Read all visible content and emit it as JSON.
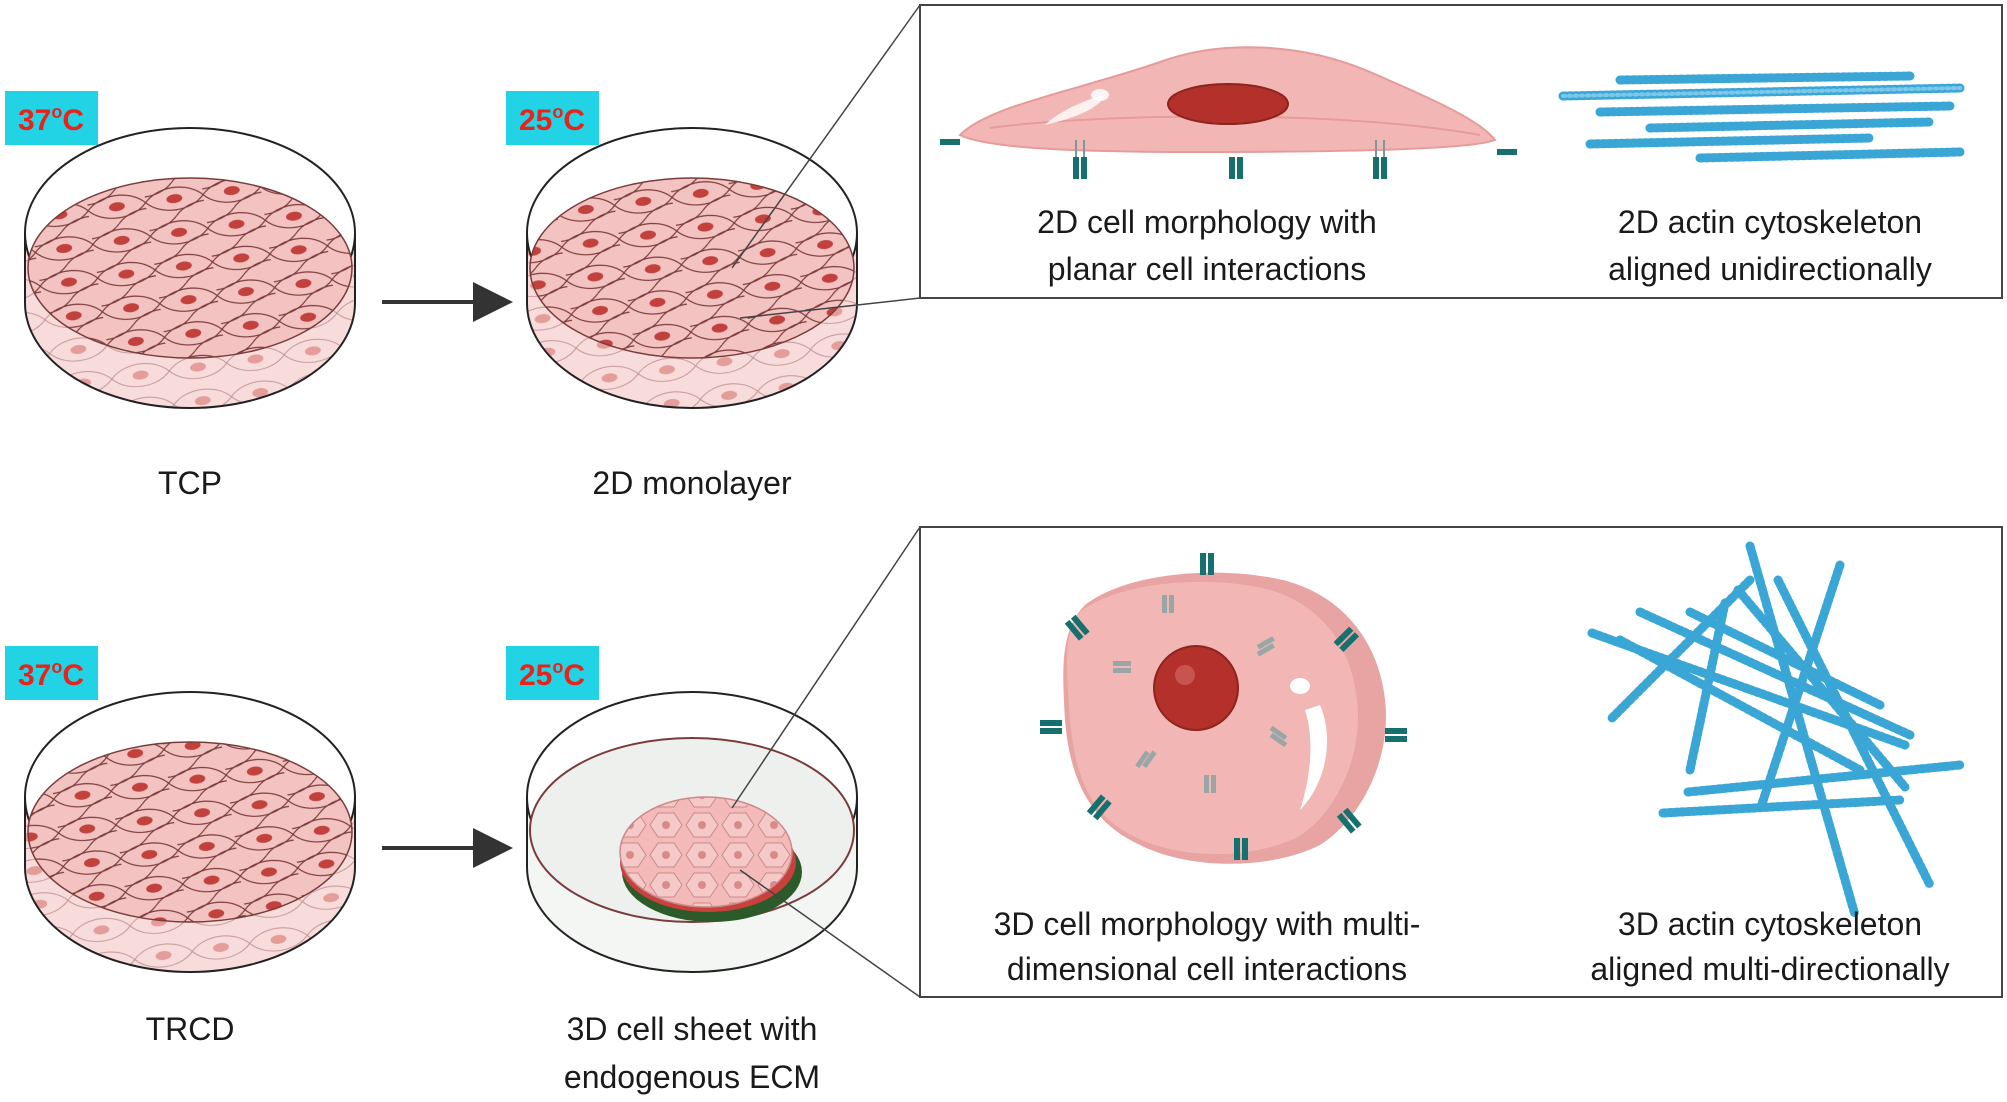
{
  "temperature": {
    "top_left": {
      "value": "37",
      "sup": "o",
      "unit": "C"
    },
    "top_right": {
      "value": "25",
      "sup": "o",
      "unit": "C"
    },
    "bottom_left": {
      "value": "37",
      "sup": "o",
      "unit": "C"
    },
    "bottom_right": {
      "value": "25",
      "sup": "o",
      "unit": "C"
    }
  },
  "dish_labels": {
    "tcp": "TCP",
    "monolayer": "2D monolayer",
    "trcd": "TRCD",
    "sheet_line1": "3D cell sheet with",
    "sheet_line2": "endogenous ECM"
  },
  "panel_top": {
    "morphology_line1": "2D cell morphology with",
    "morphology_line2": "planar cell interactions",
    "actin_line1": "2D actin cytoskeleton",
    "actin_line2": "aligned unidirectionally"
  },
  "panel_bottom": {
    "morphology_line1": "3D cell morphology with multi-",
    "morphology_line2": "dimensional cell interactions",
    "actin_line1": "3D actin cytoskeleton",
    "actin_line2": "aligned multi-directionally"
  },
  "colors": {
    "temp_box": "#22d3e6",
    "temp_text": "#e8231a",
    "cell_pink": "#f2b7b5",
    "nucleus": "#b3302b",
    "actin": "#3aa6d6",
    "integrin": "#16706e",
    "ecm_green": "#2d5a2b"
  }
}
